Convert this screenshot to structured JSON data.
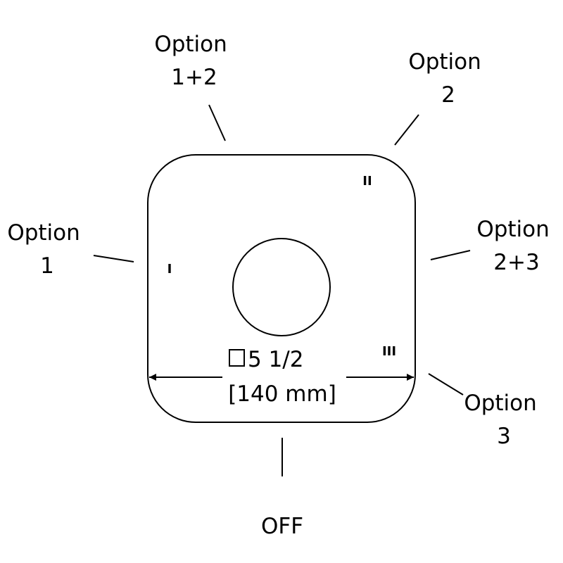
{
  "positions": {
    "option_1_2": [
      "Option",
      "1+2"
    ],
    "option_2": [
      "Option",
      "2"
    ],
    "option_1": [
      "Option",
      "1"
    ],
    "option_2_3": [
      "Option",
      "2+3"
    ],
    "option_3": [
      "Option",
      "3"
    ],
    "off": "OFF"
  },
  "marks": {
    "one": "I",
    "two": "II",
    "three": "III"
  },
  "dimension": {
    "imperial": "5 1/2",
    "metric": "[140 mm]"
  },
  "colors": {
    "stroke": "#000000",
    "background": "#ffffff"
  }
}
